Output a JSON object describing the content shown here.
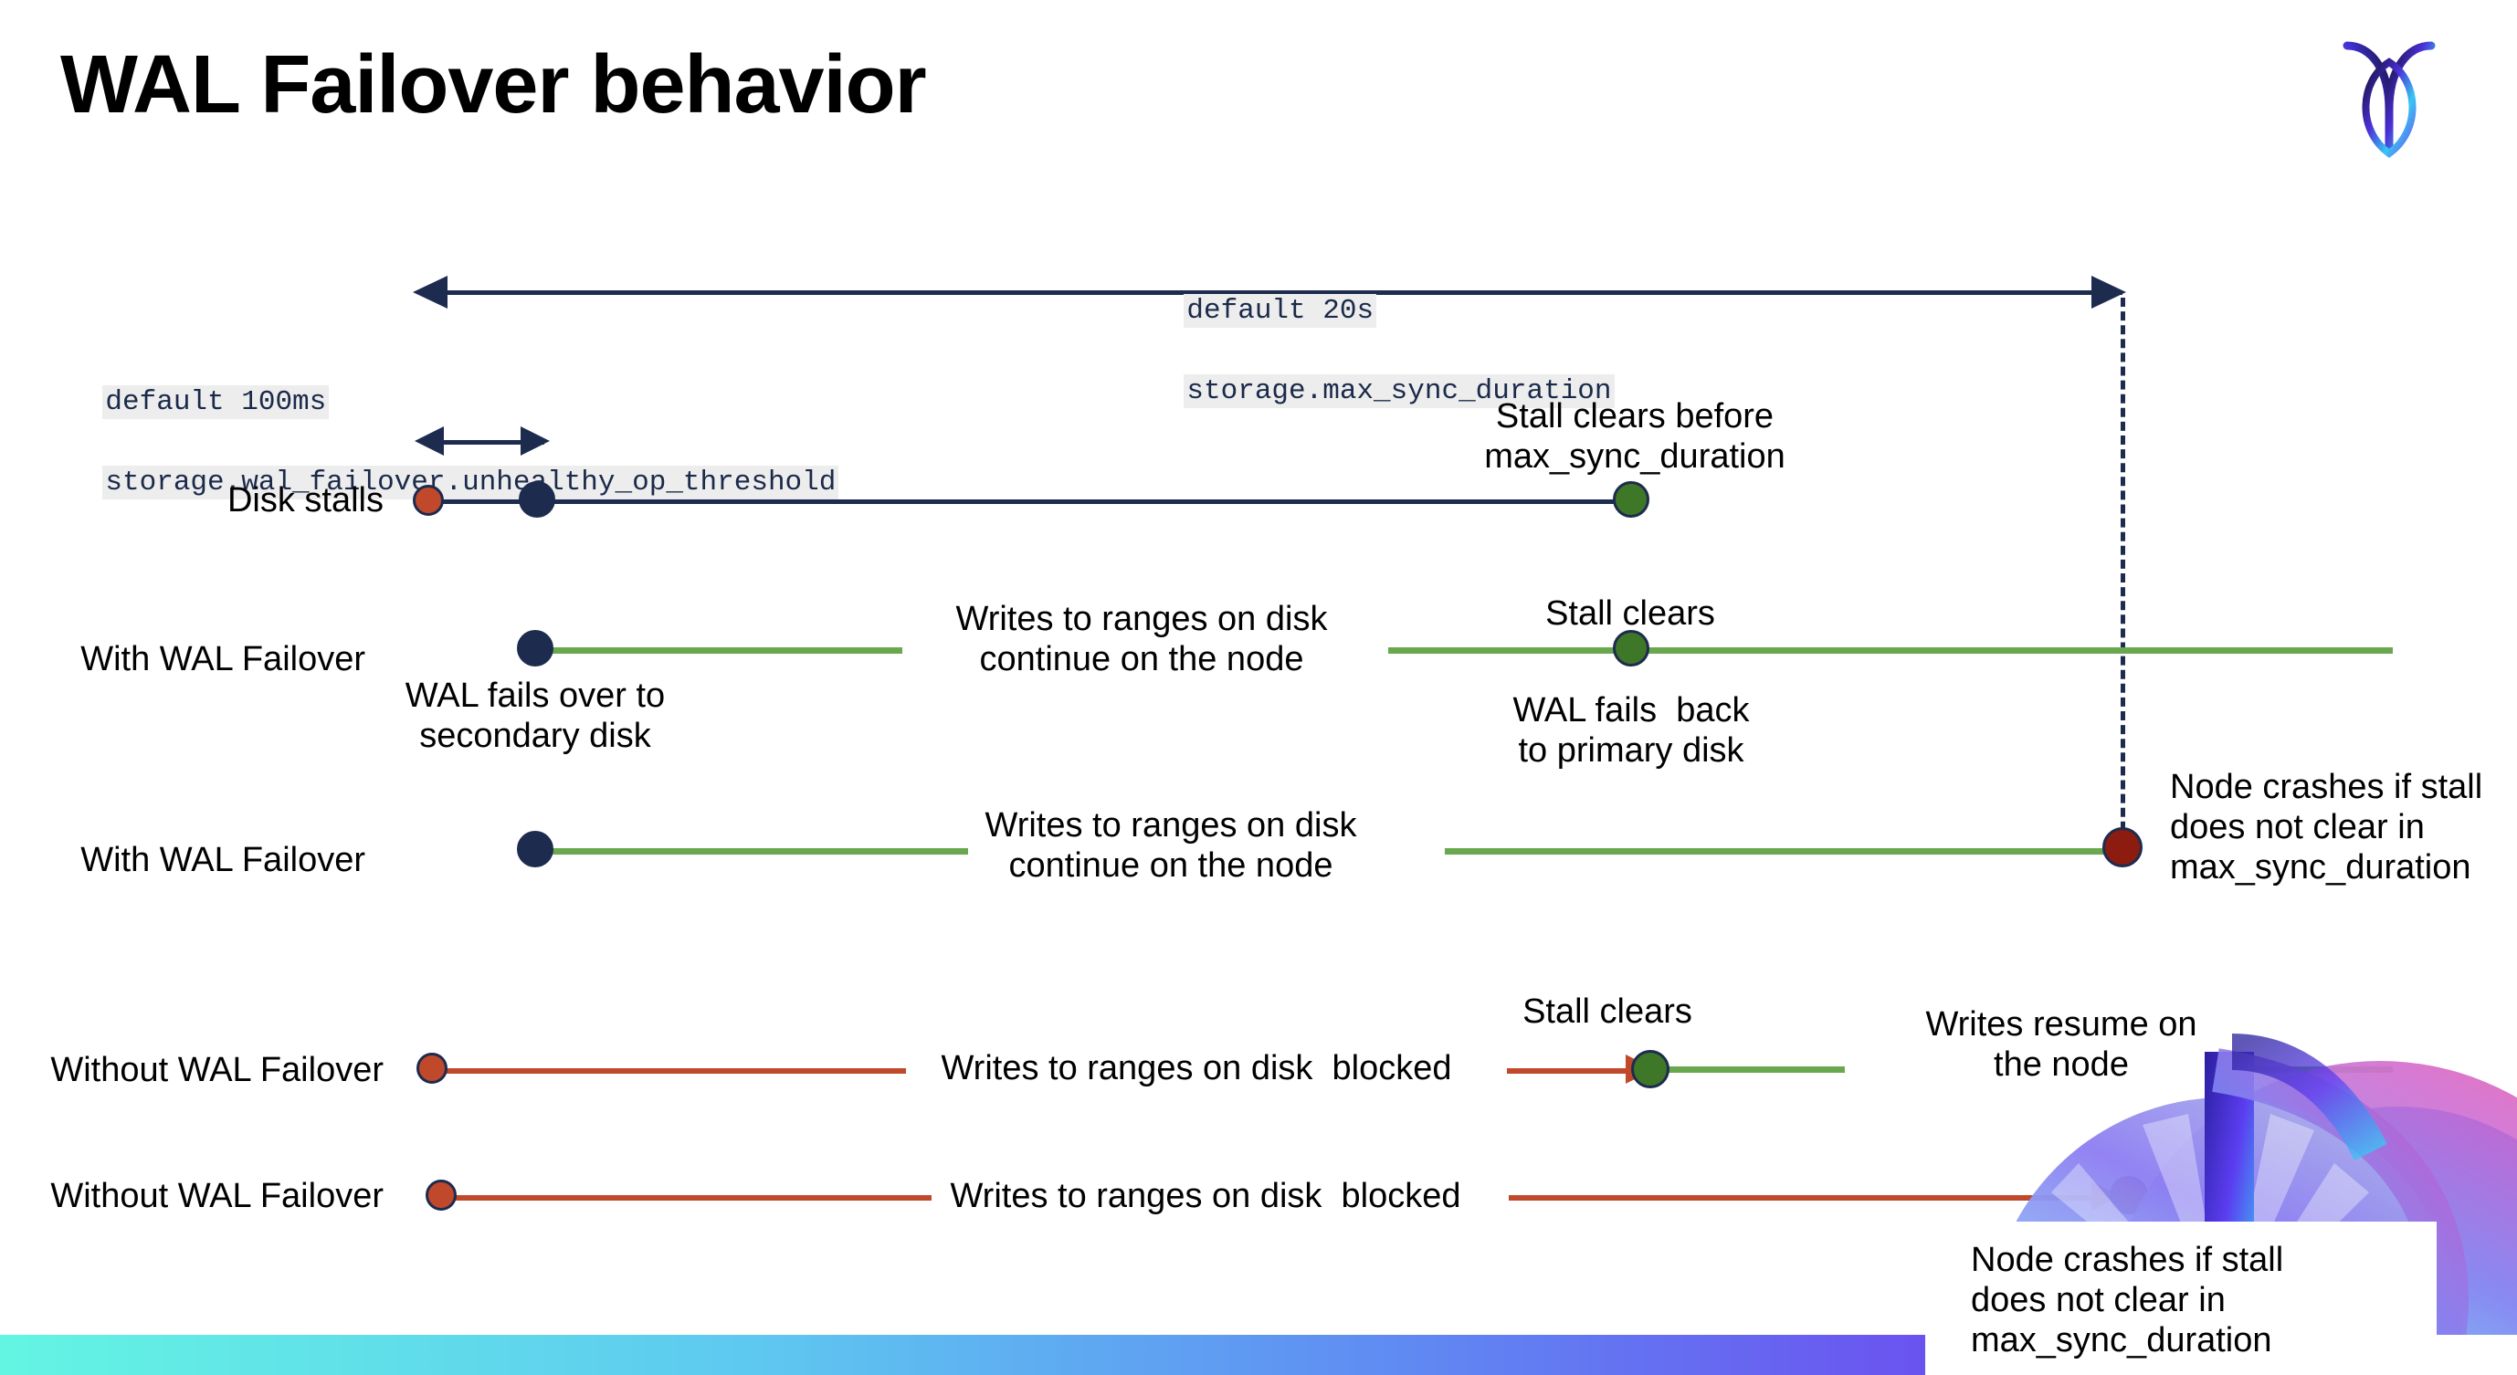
{
  "slide": {
    "title": "WAL Failover behavior",
    "logo_name": "cockroachdb-logo"
  },
  "annotations": {
    "max_sync_default": "default 20s",
    "max_sync_setting": "storage.max_sync_duration",
    "unhealthy_default": "default 100ms",
    "unhealthy_setting": "storage.wal_failover.unhealthy_op_threshold"
  },
  "rows": [
    {
      "label": "Disk stalls",
      "note_right": "Stall clears before\nmax_sync_duration"
    },
    {
      "label": "With WAL Failover",
      "note_start": "WAL fails over to\nsecondary disk",
      "note_mid": "Writes to ranges on disk\ncontinue on the node",
      "note_clear": "Stall clears",
      "note_back": "WAL fails  back\nto primary disk"
    },
    {
      "label": "With WAL Failover",
      "note_mid": "Writes to ranges on disk\ncontinue on the node",
      "note_crash": "Node crashes if stall\ndoes not clear in\nmax_sync_duration"
    },
    {
      "label": "Without WAL Failover",
      "note_mid": "Writes to ranges on disk  blocked",
      "note_clear": "Stall clears",
      "note_resume": "Writes resume on\nthe node"
    },
    {
      "label": "Without WAL Failover",
      "note_mid": "Writes to ranges on disk  blocked",
      "note_crash": "Node crashes if stall\ndoes not clear in\nmax_sync_duration"
    }
  ],
  "colors": {
    "navy": "#1d2b4f",
    "green": "#6aa84f",
    "green_dot": "#3e7728",
    "red": "#c0492b",
    "red_dot": "#8c1b10",
    "highlight": "#ededed",
    "text": "#000000"
  }
}
